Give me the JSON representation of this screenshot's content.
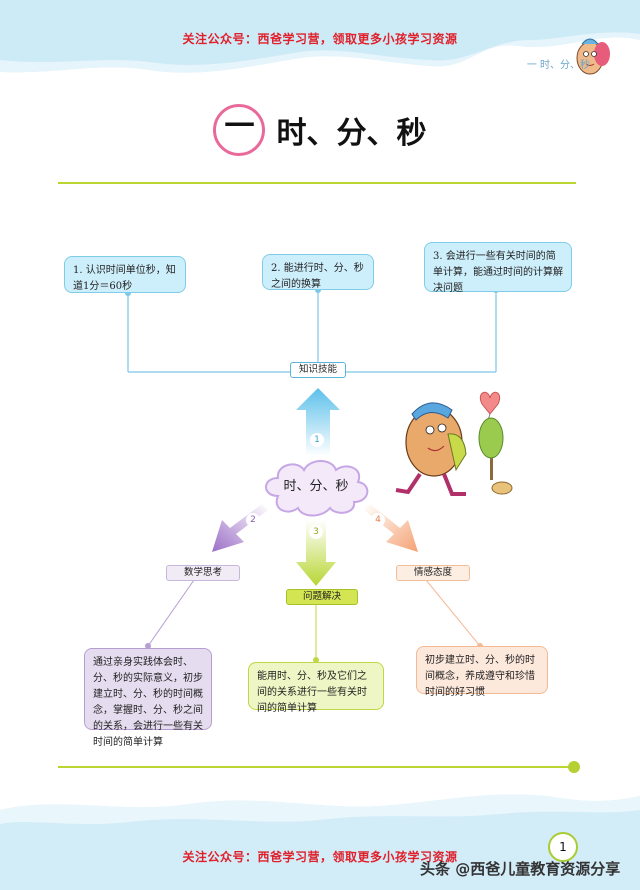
{
  "header": {
    "promo": "关注公众号：西爸学习营，领取更多小孩学习资源",
    "chapter_tag": "一  时、分、秒"
  },
  "title": {
    "number": "一",
    "text": "时、分、秒"
  },
  "mindmap": {
    "center": "时、分、秒",
    "knowledge": {
      "label": "知识技能",
      "arrow_num": "1",
      "items": [
        "1. 认识时间单位秒，知道1分＝60秒",
        "2. 能进行时、分、秒之间的换算",
        "3. 会进行一些有关时间的简单计算，能通过时间的计算解决问题"
      ]
    },
    "math_thinking": {
      "label": "数学思考",
      "arrow_num": "2",
      "text": "通过亲身实践体会时、分、秒的实际意义，初步建立时、分、秒的时间概念，掌握时、分、秒之间的关系，会进行一些有关时间的简单计算"
    },
    "problem_solving": {
      "label": "问题解决",
      "arrow_num": "3",
      "text": "能用时、分、秒及它们之间的关系进行一些有关时间的简单计算"
    },
    "attitude": {
      "label": "情感态度",
      "arrow_num": "4",
      "text": "初步建立时、分、秒的时间概念，养成遵守和珍惜时间的好习惯"
    }
  },
  "footer": {
    "promo": "关注公众号：西爸学习营，领取更多小孩学习资源",
    "page_number": "1",
    "watermark": "头条 @西爸儿童教育资源分享"
  },
  "colors": {
    "promo_red": "#e0202a",
    "title_ring": "#e96a9a",
    "rule_green": "#b9d531",
    "blue": "#7fcde8",
    "purple": "#9b6fc7",
    "green": "#bfd742",
    "peach": "#f5a173"
  }
}
